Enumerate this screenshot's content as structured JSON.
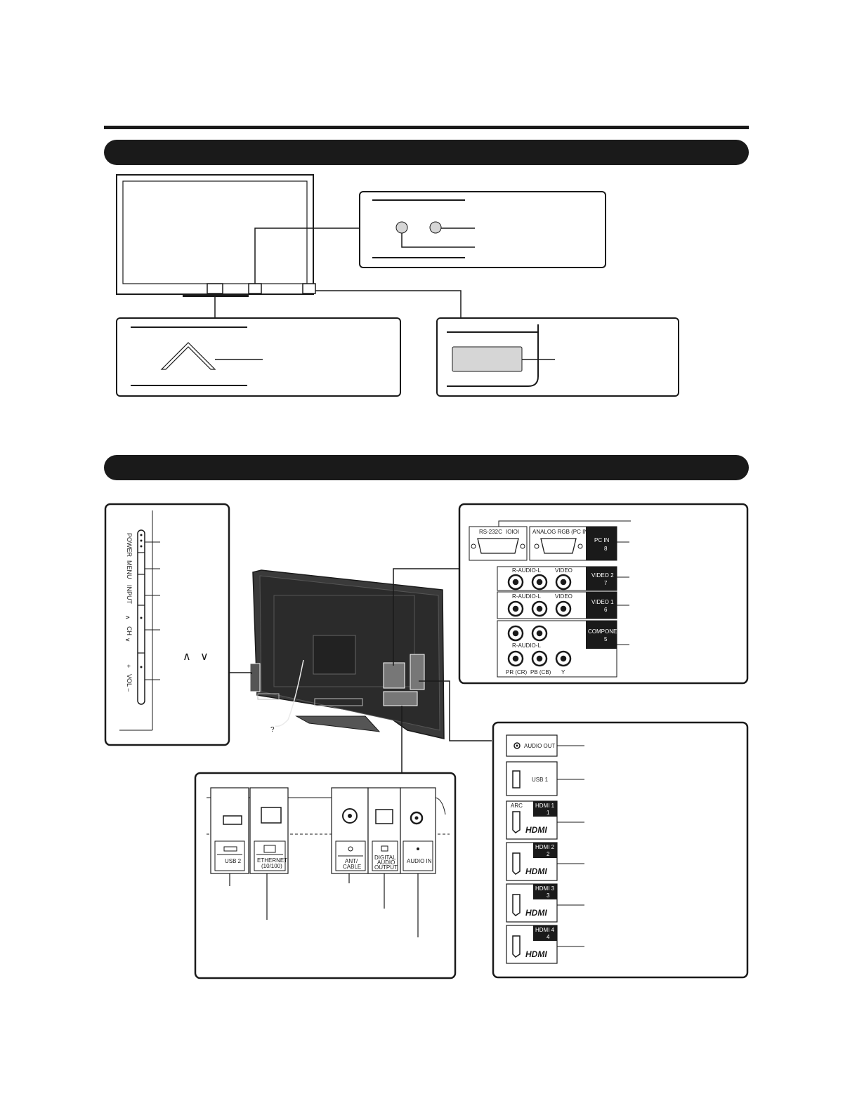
{
  "side_buttons": {
    "power": "POWER",
    "menu": "MENU",
    "input": "INPUT",
    "ch": "CH",
    "vol": "VOL",
    "ch_up_glyph": "∧",
    "ch_down_glyph": "∨",
    "plus": "+",
    "minus": "−"
  },
  "pc_panel": {
    "rs232c": "RS-232C",
    "analog_rgb": "ANALOG RGB (PC IN)",
    "pc_in": "PC IN",
    "pc_in_num": "8"
  },
  "video_panel": {
    "r_audio_l": "R-AUDIO-L",
    "video": "VIDEO",
    "video2": "VIDEO 2",
    "video2_num": "7",
    "video1": "VIDEO 1",
    "video1_num": "6",
    "component": "COMPONENT",
    "component_num": "5",
    "pr": "PR (CR)",
    "pb": "PB (CB)",
    "y": "Y"
  },
  "bottom_panel": {
    "usb2": "USB 2",
    "ethernet_1": "ETHERNET",
    "ethernet_2": "(10/100)",
    "ant_1": "ANT/",
    "ant_2": "CABLE",
    "digital_1": "DIGITAL",
    "digital_2": "AUDIO",
    "digital_3": "OUTPUT",
    "audio_in": "AUDIO IN"
  },
  "side_terminals": {
    "audio_out": "AUDIO OUT",
    "usb1": "USB 1",
    "arc": "ARC",
    "hdmi1": "HDMI 1",
    "hdmi1_num": "1",
    "hdmi2": "HDMI 2",
    "hdmi2_num": "2",
    "hdmi3": "HDMI 3",
    "hdmi3_num": "3",
    "hdmi4": "HDMI 4",
    "hdmi4_num": "4",
    "hdmi_logo": "HDMI"
  },
  "colors": {
    "ink": "#1a1a1a",
    "sensor_fill": "#d6d6d6",
    "tv_back": "#3a3a3a"
  }
}
